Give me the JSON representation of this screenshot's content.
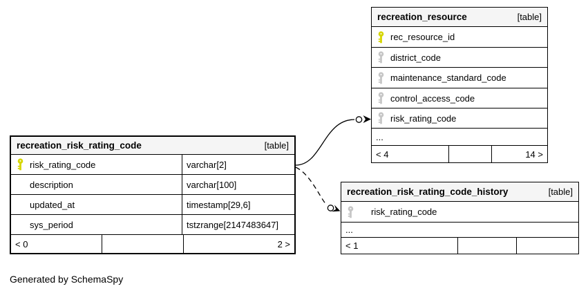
{
  "diagram": {
    "generator_note": "Generated by SchemaSpy",
    "colors": {
      "header_bg": "#f5f5f5",
      "border": "#000000",
      "pk_key": "#d6d600",
      "fk_key": "#c6c6c6",
      "page_bg": "#ffffff"
    },
    "tables": [
      {
        "name": "recreation_resource",
        "tag": "[table]",
        "columns": [
          {
            "name": "rec_resource_id",
            "key": "primary"
          },
          {
            "name": "district_code",
            "key": "foreign"
          },
          {
            "name": "maintenance_standard_code",
            "key": "foreign"
          },
          {
            "name": "control_access_code",
            "key": "foreign"
          },
          {
            "name": "risk_rating_code",
            "key": "foreign"
          }
        ],
        "ellipsis": "...",
        "footer": {
          "left": "< 4",
          "middle": "",
          "right": "14 >"
        }
      },
      {
        "name": "recreation_risk_rating_code",
        "tag": "[table]",
        "columns": [
          {
            "name": "risk_rating_code",
            "key": "primary",
            "type": "varchar[2]"
          },
          {
            "name": "description",
            "key": "none",
            "type": "varchar[100]"
          },
          {
            "name": "updated_at",
            "key": "none",
            "type": "timestamp[29,6]"
          },
          {
            "name": "sys_period",
            "key": "none",
            "type": "tstzrange[2147483647]"
          }
        ],
        "footer": {
          "left": "< 0",
          "middle": "",
          "right": "2 >"
        }
      },
      {
        "name": "recreation_risk_rating_code_history",
        "tag": "[table]",
        "columns": [
          {
            "name": "risk_rating_code",
            "key": "foreign"
          }
        ],
        "ellipsis": "...",
        "footer": {
          "left": "< 1",
          "middle": "",
          "right": ""
        }
      }
    ],
    "relationships": [
      {
        "from": "recreation_risk_rating_code.risk_rating_code",
        "to": "recreation_resource.risk_rating_code",
        "style": "solid"
      },
      {
        "from": "recreation_risk_rating_code.risk_rating_code",
        "to": "recreation_risk_rating_code_history.risk_rating_code",
        "style": "dashed"
      }
    ]
  }
}
